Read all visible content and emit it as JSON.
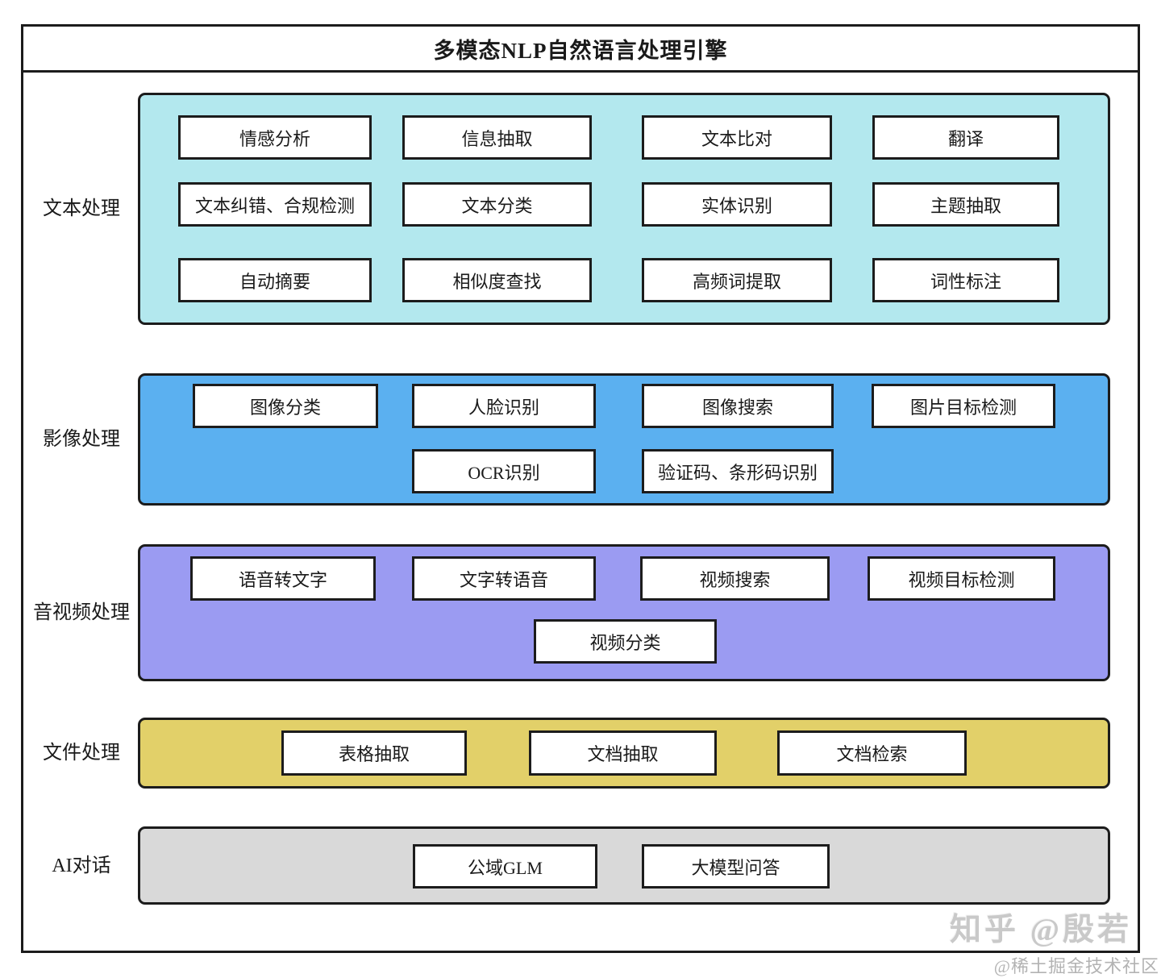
{
  "title": "多模态NLP自然语言处理引擎",
  "colors": {
    "border": "#1c1c1c",
    "box_bg": "#ffffff",
    "text_section_bg": "#b3e8ee",
    "image_section_bg": "#5bb0f0",
    "av_section_bg": "#9b9bf2",
    "file_section_bg": "#e2d069",
    "ai_section_bg": "#d9d9d9"
  },
  "sections": [
    {
      "label": "文本处理",
      "color": "#b3e8ee",
      "rows": [
        [
          "情感分析",
          "信息抽取",
          "文本比对",
          "翻译"
        ],
        [
          "文本纠错、合规检测",
          "文本分类",
          "实体识别",
          "主题抽取"
        ],
        [
          "自动摘要",
          "相似度查找",
          "高频词提取",
          "词性标注"
        ]
      ]
    },
    {
      "label": "影像处理",
      "color": "#5bb0f0",
      "rows": [
        [
          "图像分类",
          "人脸识别",
          "图像搜索",
          "图片目标检测"
        ],
        [
          "OCR识别",
          "验证码、条形码识别"
        ]
      ]
    },
    {
      "label": "音视频处理",
      "color": "#9b9bf2",
      "rows": [
        [
          "语音转文字",
          "文字转语音",
          "视频搜索",
          "视频目标检测"
        ],
        [
          "视频分类"
        ]
      ]
    },
    {
      "label": "文件处理",
      "color": "#e2d069",
      "rows": [
        [
          "表格抽取",
          "文档抽取",
          "文档检索"
        ]
      ]
    },
    {
      "label": "AI对话",
      "color": "#d9d9d9",
      "rows": [
        [
          "公域GLM",
          "大模型问答"
        ]
      ]
    }
  ],
  "watermarks": {
    "zhihu": "知乎 @殷若",
    "juejin": "@稀土掘金技术社区"
  }
}
